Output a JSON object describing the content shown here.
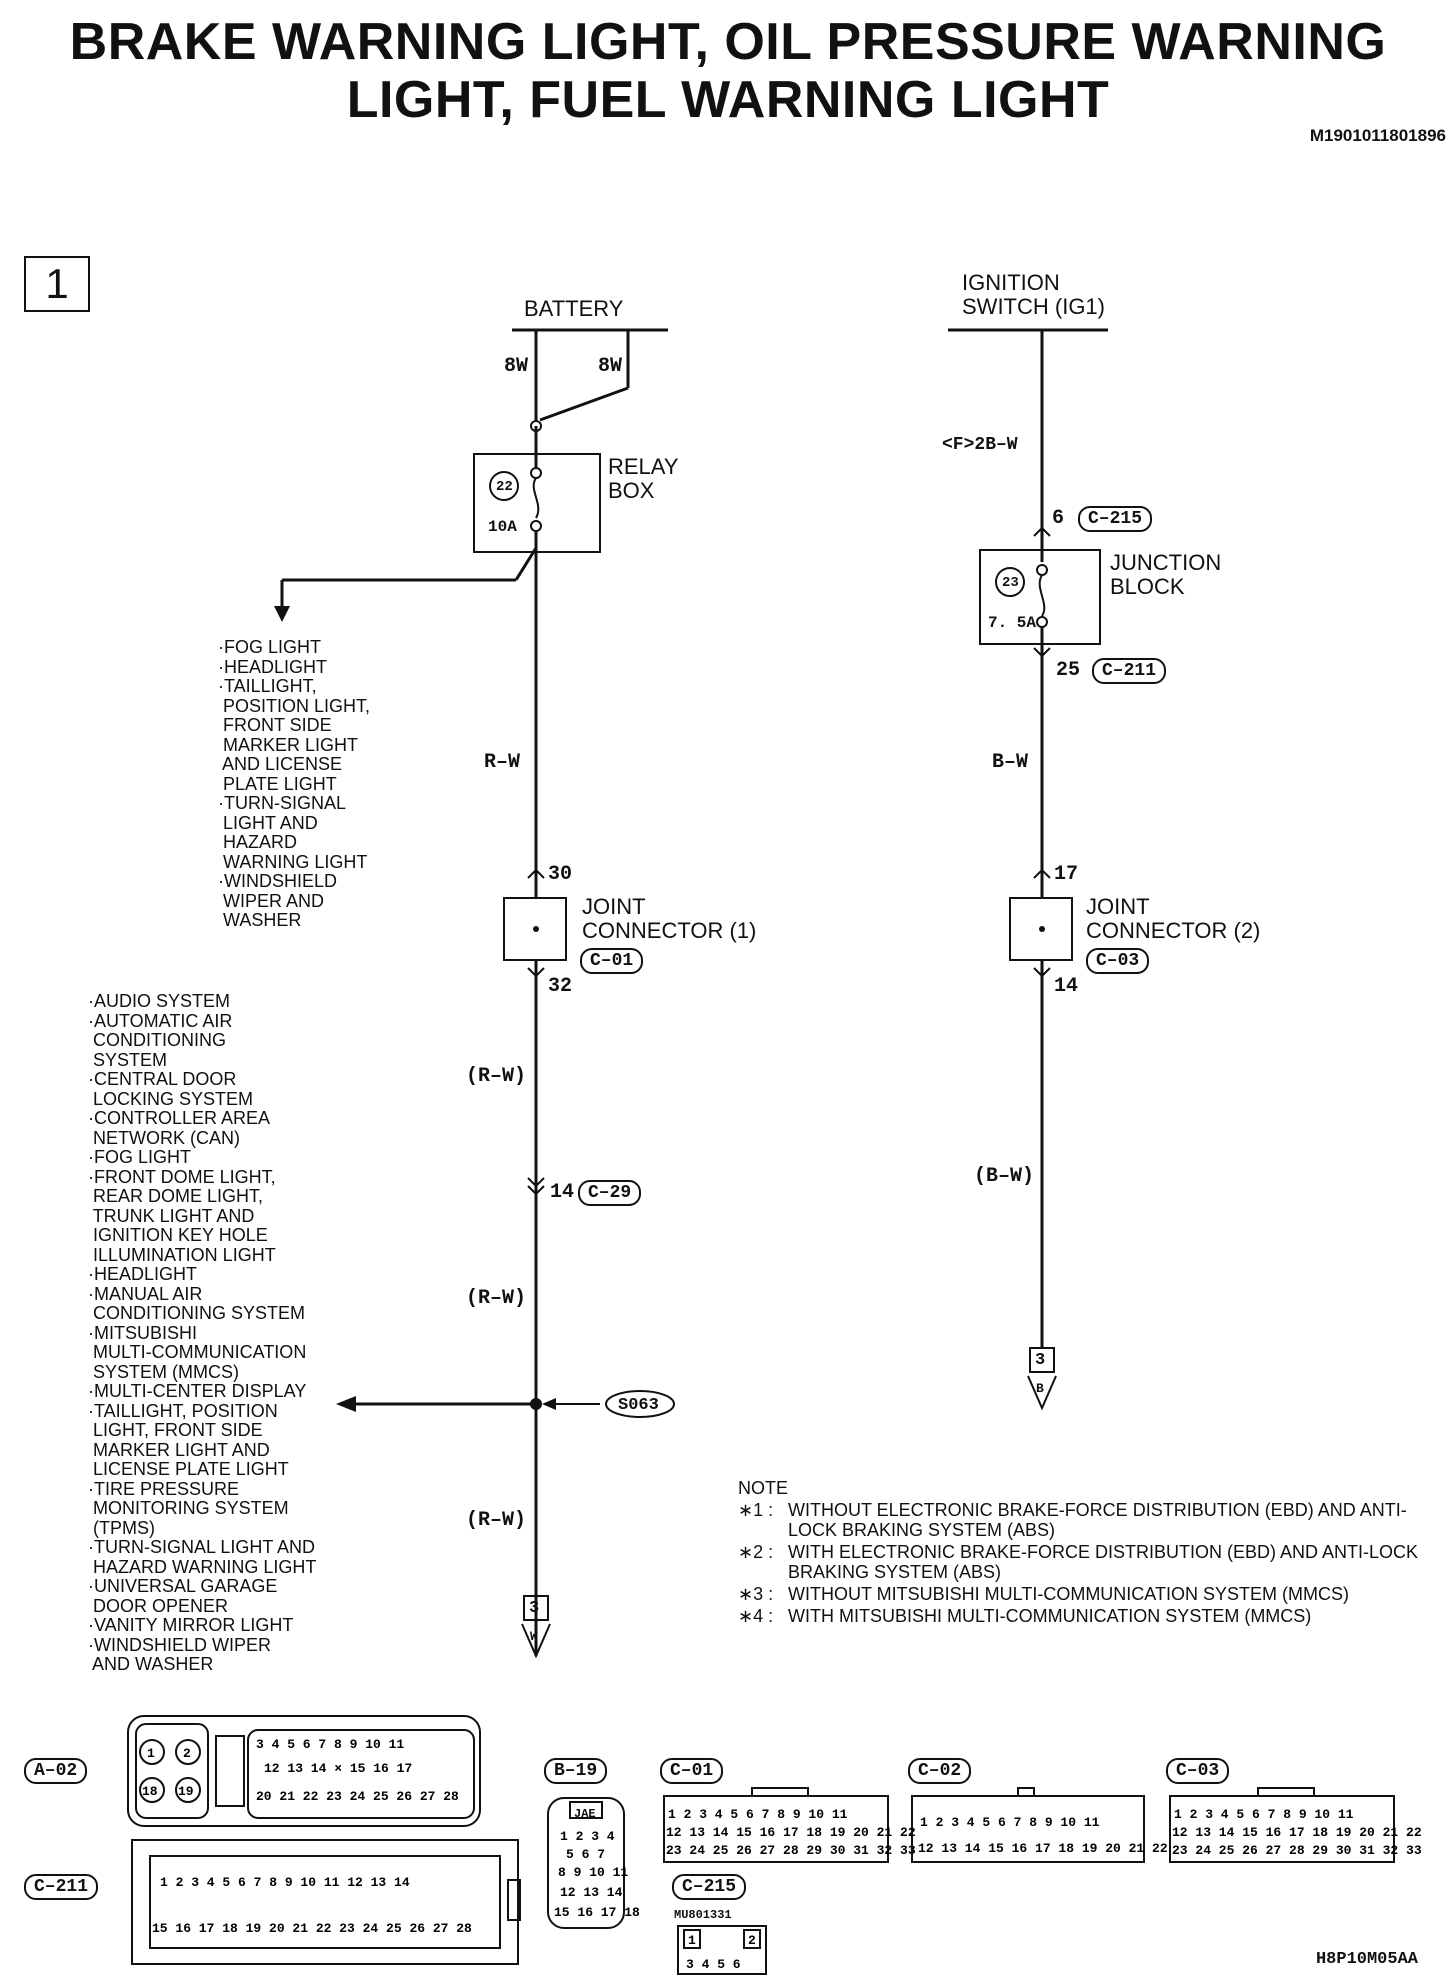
{
  "title_line1": "BRAKE WARNING LIGHT, OIL PRESSURE WARNING",
  "title_line2": "LIGHT, FUEL WARNING LIGHT",
  "doc_id": "M1901011801896",
  "sheet_number": "1",
  "battery": {
    "label": "BATTERY",
    "wire_left": "8W",
    "wire_right": "8W",
    "relay_box_line1": "RELAY",
    "relay_box_line2": "BOX",
    "fuse_number": "22",
    "fuse_rating": "10A",
    "wire_main": "R–W",
    "branch_list": [
      "·FOG LIGHT",
      "·HEADLIGHT",
      "·TAILLIGHT,",
      " POSITION LIGHT,",
      " FRONT SIDE",
      " MARKER LIGHT",
      " AND LICENSE",
      " PLATE LIGHT",
      "·TURN-SIGNAL",
      " LIGHT AND",
      " HAZARD",
      " WARNING LIGHT",
      "·WINDSHIELD",
      " WIPER AND",
      " WASHER"
    ],
    "jc_pin_in": "30",
    "jc_line1": "JOINT",
    "jc_line2": "CONNECTOR (1)",
    "jc_code": "C–01",
    "jc_pin_out": "32",
    "wire_paren_1": "(R–W)",
    "c29_pin": "14",
    "c29_code": "C–29",
    "wire_paren_2": "(R–W)",
    "splice": "S063",
    "wire_paren_3": "(R–W)",
    "ref_num": "3",
    "ref_letter": "W",
    "splice_list": [
      "·AUDIO SYSTEM",
      "·AUTOMATIC AIR",
      " CONDITIONING",
      " SYSTEM",
      "·CENTRAL DOOR",
      " LOCKING SYSTEM",
      "·CONTROLLER AREA",
      " NETWORK (CAN)",
      "·FOG LIGHT",
      "·FRONT DOME LIGHT,",
      " REAR DOME LIGHT,",
      " TRUNK LIGHT AND",
      " IGNITION KEY HOLE",
      " ILLUMINATION LIGHT",
      "·HEADLIGHT",
      "·MANUAL AIR",
      " CONDITIONING SYSTEM",
      "·MITSUBISHI",
      " MULTI-COMMUNICATION",
      " SYSTEM (MMCS)",
      "·MULTI-CENTER DISPLAY",
      "·TAILLIGHT, POSITION",
      " LIGHT, FRONT SIDE",
      " MARKER LIGHT AND",
      " LICENSE PLATE LIGHT",
      "·TIRE PRESSURE",
      " MONITORING SYSTEM",
      " (TPMS)",
      "·TURN-SIGNAL LIGHT AND",
      " HAZARD WARNING LIGHT",
      "·UNIVERSAL GARAGE",
      " DOOR OPENER",
      "·VANITY MIRROR LIGHT",
      "·WINDSHIELD WIPER",
      " AND WASHER"
    ]
  },
  "ignition": {
    "label_line1": "IGNITION",
    "label_line2": "SWITCH (IG1)",
    "wire_top": "<F>2B–W",
    "c215_pin": "6",
    "c215_code": "C–215",
    "jb_line1": "JUNCTION",
    "jb_line2": "BLOCK",
    "fuse_number": "23",
    "fuse_rating": "7. 5A",
    "c211_pin": "25",
    "c211_code": "C–211",
    "wire_main": "B–W",
    "jc_pin_in": "17",
    "jc_line1": "JOINT",
    "jc_line2": "CONNECTOR (2)",
    "jc_code": "C–03",
    "jc_pin_out": "14",
    "wire_paren": "(B–W)",
    "ref_num": "3",
    "ref_letter": "B"
  },
  "notes": {
    "heading": "NOTE",
    "items": [
      {
        "mark": "∗1 :",
        "text": "WITHOUT ELECTRONIC BRAKE-FORCE DISTRIBUTION (EBD) AND ANTI-LOCK BRAKING SYSTEM (ABS)"
      },
      {
        "mark": "∗2 :",
        "text": "WITH ELECTRONIC BRAKE-FORCE DISTRIBUTION (EBD) AND ANTI-LOCK BRAKING SYSTEM (ABS)"
      },
      {
        "mark": "∗3 :",
        "text": "WITHOUT MITSUBISHI MULTI-COMMUNICATION SYSTEM (MMCS)"
      },
      {
        "mark": "∗4 :",
        "text": "WITH MITSUBISHI MULTI-COMMUNICATION SYSTEM (MMCS)"
      }
    ]
  },
  "connectors": {
    "a02": "A–02",
    "b19": "B–19",
    "b19_tag": "JAE",
    "c01": "C–01",
    "c02": "C–02",
    "c03": "C–03",
    "c211": "C–211",
    "c215": "C–215",
    "c215_part": "MU801331"
  },
  "footer_id": "H8P10M05AA"
}
